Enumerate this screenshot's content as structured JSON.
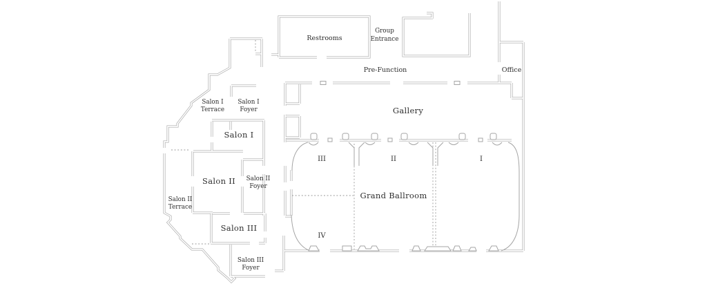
{
  "page": {
    "background": "#ffffff"
  },
  "plan": {
    "wall_color": "#a4a4a4",
    "text_color": "#2e2e2e",
    "labels": {
      "restrooms": "Restrooms",
      "group_entrance": [
        "Group",
        "Entrance"
      ],
      "pre_function": "Pre-Function",
      "office": "Office",
      "gallery": "Gallery",
      "salon1": "Salon I",
      "salon1_terrace": [
        "Salon I",
        "Terrace"
      ],
      "salon1_foyer": [
        "Salon I",
        "Foyer"
      ],
      "salon2": "Salon II",
      "salon2_terrace": [
        "Salon II",
        "Terrace"
      ],
      "salon2_foyer": [
        "Salon II",
        "Foyer"
      ],
      "salon3": "Salon III",
      "salon3_foyer": [
        "Salon III",
        "Foyer"
      ],
      "grand_ballroom": "Grand Ballroom",
      "sections": {
        "i": "I",
        "ii": "II",
        "iii": "III",
        "iv": "IV"
      }
    }
  }
}
